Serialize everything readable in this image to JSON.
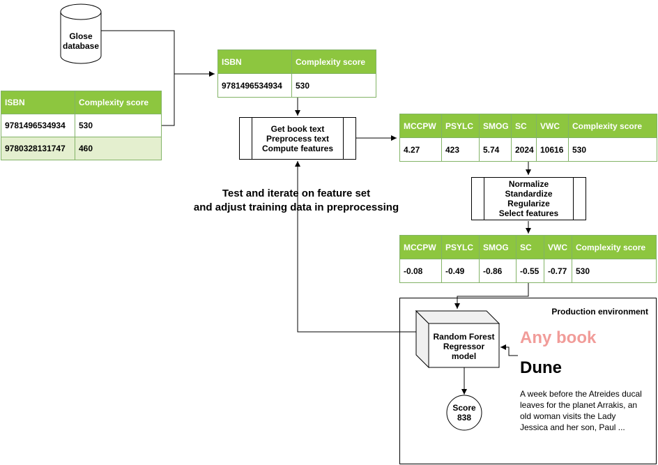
{
  "database": {
    "label_line1": "Glose",
    "label_line2": "database"
  },
  "source_table": {
    "headers": [
      "ISBN",
      "Complexity score"
    ],
    "rows": [
      [
        "9781496534934",
        "530"
      ],
      [
        "9780328131747",
        "460"
      ]
    ]
  },
  "selected_table": {
    "headers": [
      "ISBN",
      "Complexity score"
    ],
    "rows": [
      [
        "9781496534934",
        "530"
      ]
    ]
  },
  "feature_process": {
    "lines": [
      "Get book text",
      "Preprocess text",
      "Compute features"
    ]
  },
  "raw_features_table": {
    "headers": [
      "MCCPW",
      "PSYLC",
      "SMOG",
      "SC",
      "VWC",
      "Complexity score"
    ],
    "rows": [
      [
        "4.27",
        "423",
        "5.74",
        "2024",
        "10616",
        "530"
      ]
    ]
  },
  "transform_process": {
    "lines": [
      "Normalize",
      "Standardize",
      "Regularize",
      "Select features"
    ]
  },
  "scaled_features_table": {
    "headers": [
      "MCCPW",
      "PSYLC",
      "SMOG",
      "SC",
      "VWC",
      "Complexity score"
    ],
    "rows": [
      [
        "-0.08",
        "-0.49",
        "-0.86",
        "-0.55",
        "-0.77",
        "530"
      ]
    ]
  },
  "iterate_note": {
    "line1": "Test and iterate on feature set",
    "line2": "and adjust training data in preprocessing"
  },
  "production": {
    "title": "Production environment",
    "model": {
      "lines": [
        "Random Forest",
        "Regressor",
        "model"
      ]
    },
    "any_book": "Any book",
    "book_title": "Dune",
    "book_excerpt": [
      "A week before the Atreides ducal",
      "leaves for the planet Arrakis, an",
      "old woman visits the Lady",
      "Jessica and her son, Paul ..."
    ],
    "score": {
      "label": "Score",
      "value": "838"
    }
  },
  "colors": {
    "header_green": "#8dc63f",
    "border_green": "#82b366",
    "alt_row": "#e4efcf",
    "any_book_pink": "#f19c99"
  }
}
